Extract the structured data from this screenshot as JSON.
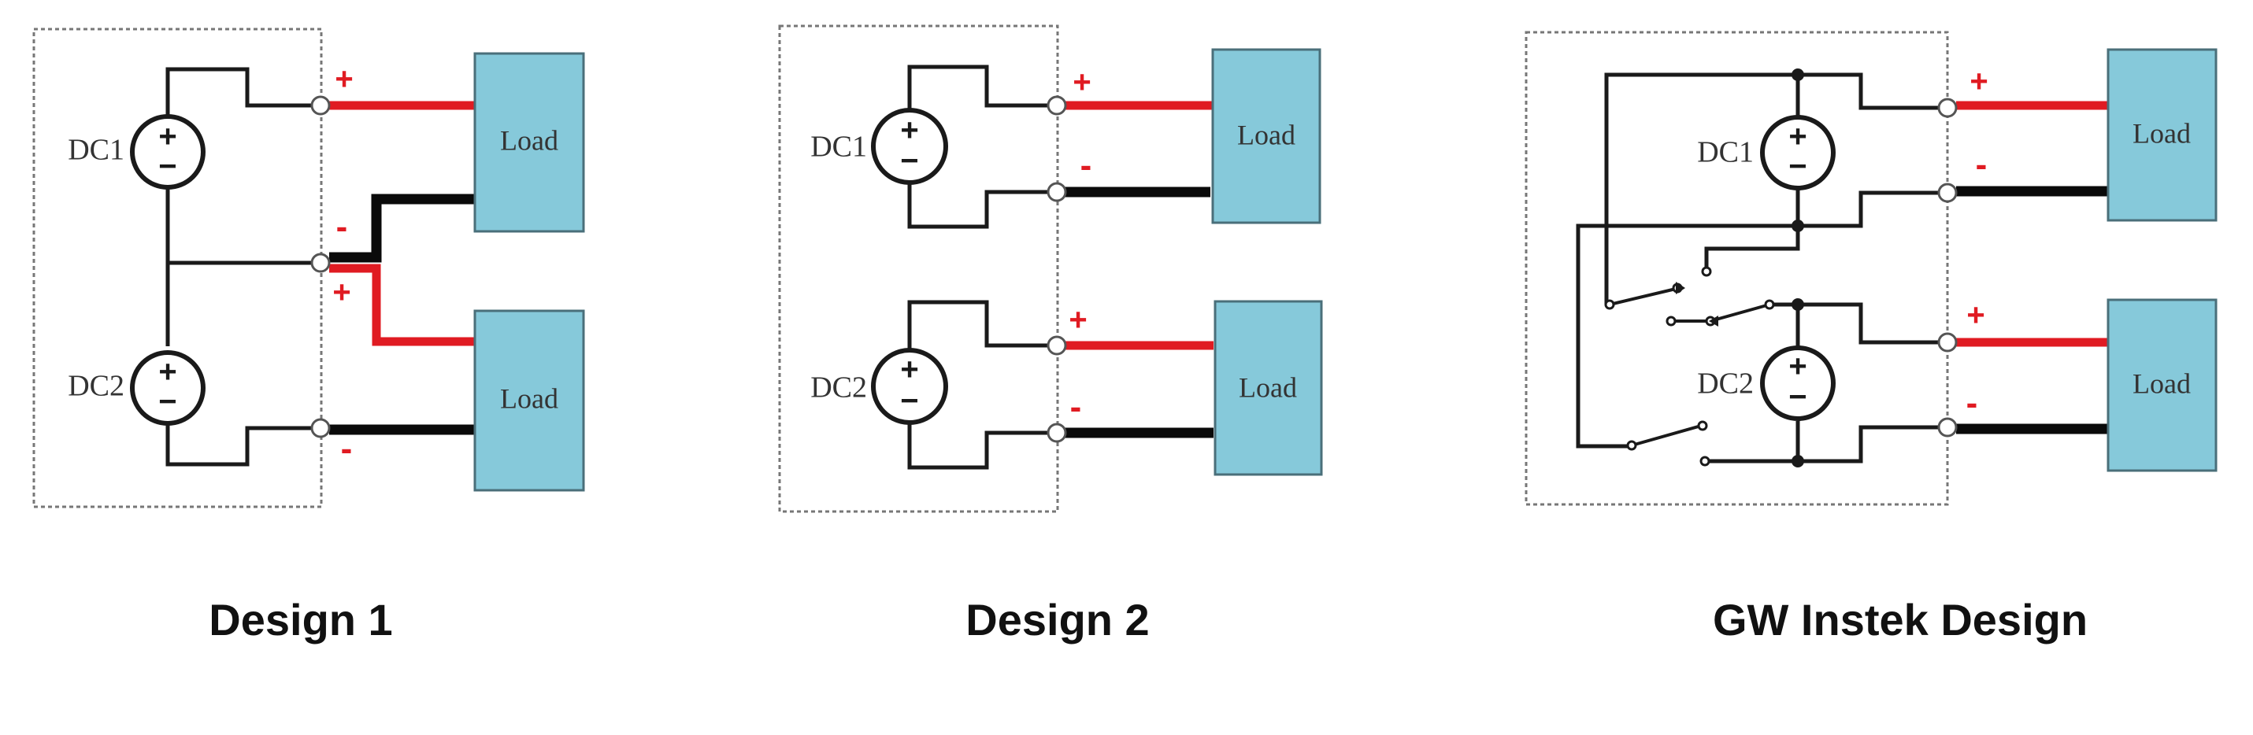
{
  "colors": {
    "positive_wire": "#e01b22",
    "negative_wire": "#0a0a0a",
    "load_fill": "#86c9da",
    "load_stroke": "#4a6f7a",
    "polarity_text": "#e01b22",
    "enclosure_border": "#777777",
    "line": "#1a1a1a"
  },
  "symbols": {
    "plus": "+",
    "minus": "−",
    "plus_mark": "+",
    "minus_mark": "-"
  },
  "designs": [
    {
      "caption": "Design 1",
      "sources": [
        {
          "label": "DC1"
        },
        {
          "label": "DC2"
        }
      ],
      "loads": [
        {
          "label": "Load"
        },
        {
          "label": "Load"
        }
      ]
    },
    {
      "caption": "Design 2",
      "sources": [
        {
          "label": "DC1"
        },
        {
          "label": "DC2"
        }
      ],
      "loads": [
        {
          "label": "Load"
        },
        {
          "label": "Load"
        }
      ]
    },
    {
      "caption": "GW Instek Design",
      "sources": [
        {
          "label": "DC1"
        },
        {
          "label": "DC2"
        }
      ],
      "loads": [
        {
          "label": "Load"
        },
        {
          "label": "Load"
        }
      ]
    }
  ]
}
